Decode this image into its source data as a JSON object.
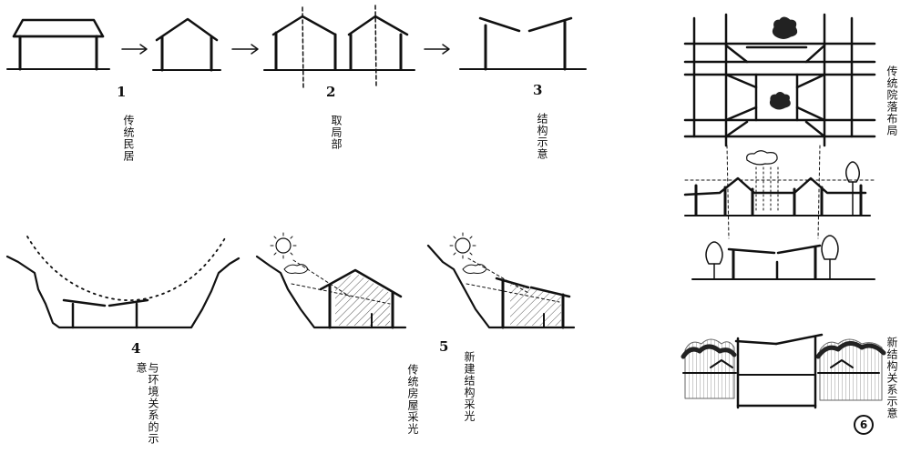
{
  "labels": {
    "traditional_dwelling": "传统民居",
    "take_part": "取局部",
    "structure_diagram": "结构示意",
    "environment_relation": "与环境关系的示意",
    "traditional_lighting": "传统房屋采光",
    "new_lighting": "新建结构采光",
    "courtyard_layout": "传统院落布局",
    "new_structure_relation": "新结构关系示意"
  },
  "steps": [
    "1",
    "2",
    "3",
    "4",
    "5",
    "6"
  ],
  "colors": {
    "ink": "#111111",
    "hatch": "#444444",
    "tree_dark": "#222222"
  }
}
